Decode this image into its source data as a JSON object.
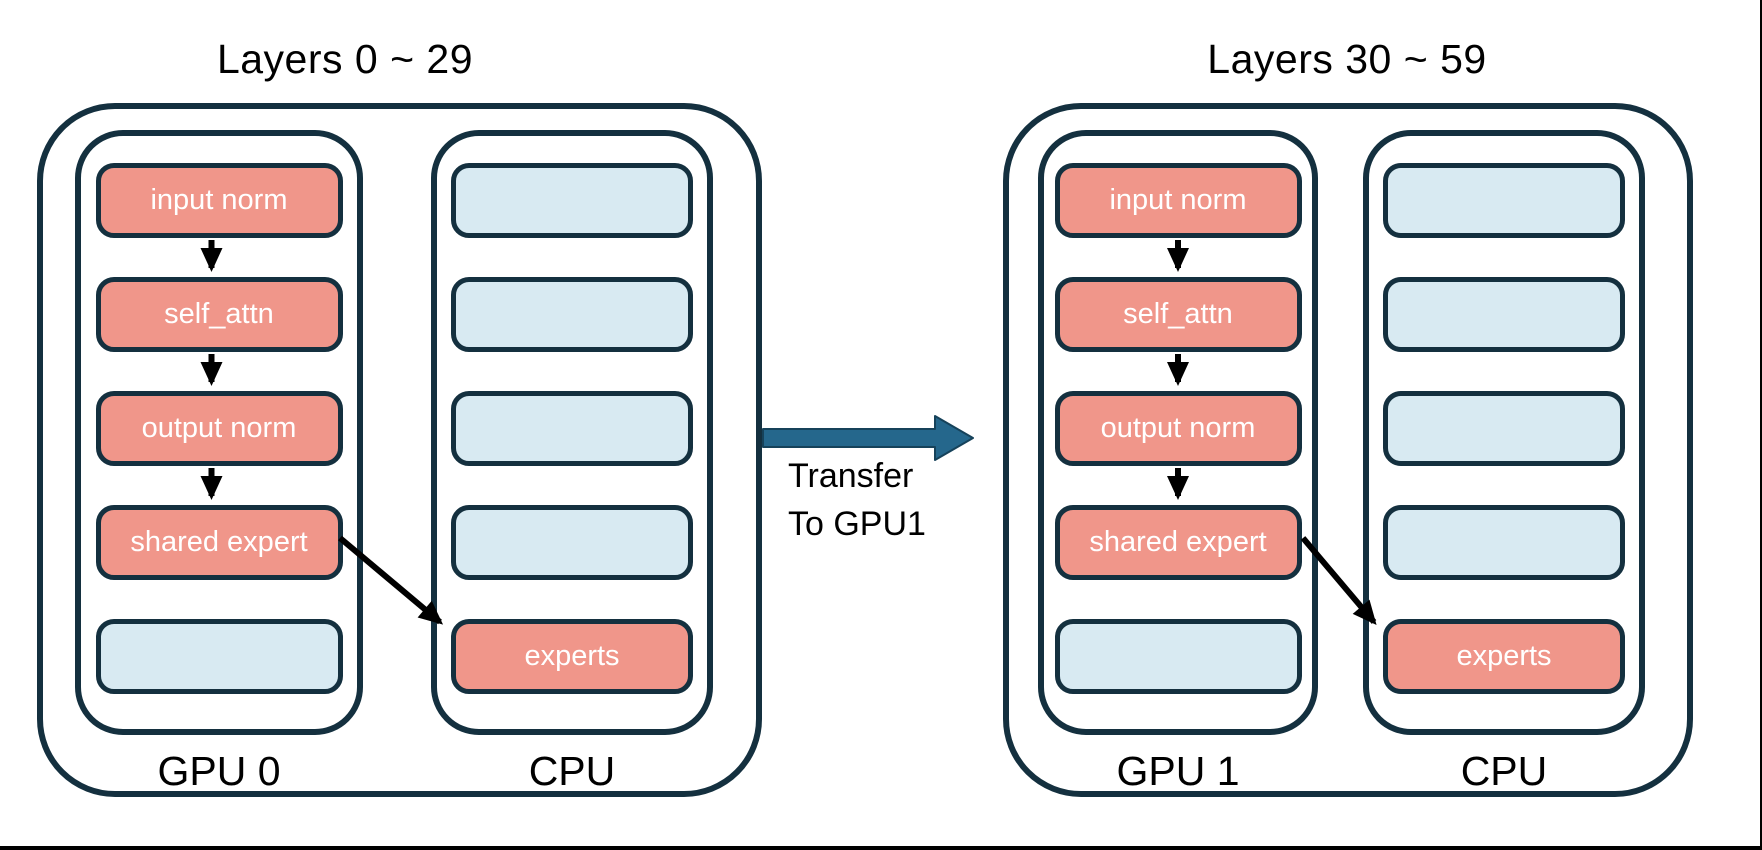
{
  "diagram": {
    "description_colors": {
      "outline_navy": "#14303F",
      "module_active_fill": "#F0968A",
      "module_empty_fill": "#D8EAF2",
      "transfer_arrow_fill": "#25678C",
      "text_on_module": "#FFFFFF",
      "text_default": "#000000"
    }
  },
  "groups": [
    {
      "title": "Layers 0 ~ 29",
      "gpu": {
        "label": "GPU 0",
        "boxes": [
          "input norm",
          "self_attn",
          "output norm",
          "shared expert",
          ""
        ]
      },
      "cpu": {
        "label": "CPU",
        "boxes": [
          "",
          "",
          "",
          "",
          "experts"
        ]
      }
    },
    {
      "title": "Layers 30 ~ 59",
      "gpu": {
        "label": "GPU 1",
        "boxes": [
          "input norm",
          "self_attn",
          "output norm",
          "shared expert",
          ""
        ]
      },
      "cpu": {
        "label": "CPU",
        "boxes": [
          "",
          "",
          "",
          "",
          "experts"
        ]
      }
    }
  ],
  "transfer": {
    "line1": "Transfer",
    "line2": "To GPU1"
  }
}
